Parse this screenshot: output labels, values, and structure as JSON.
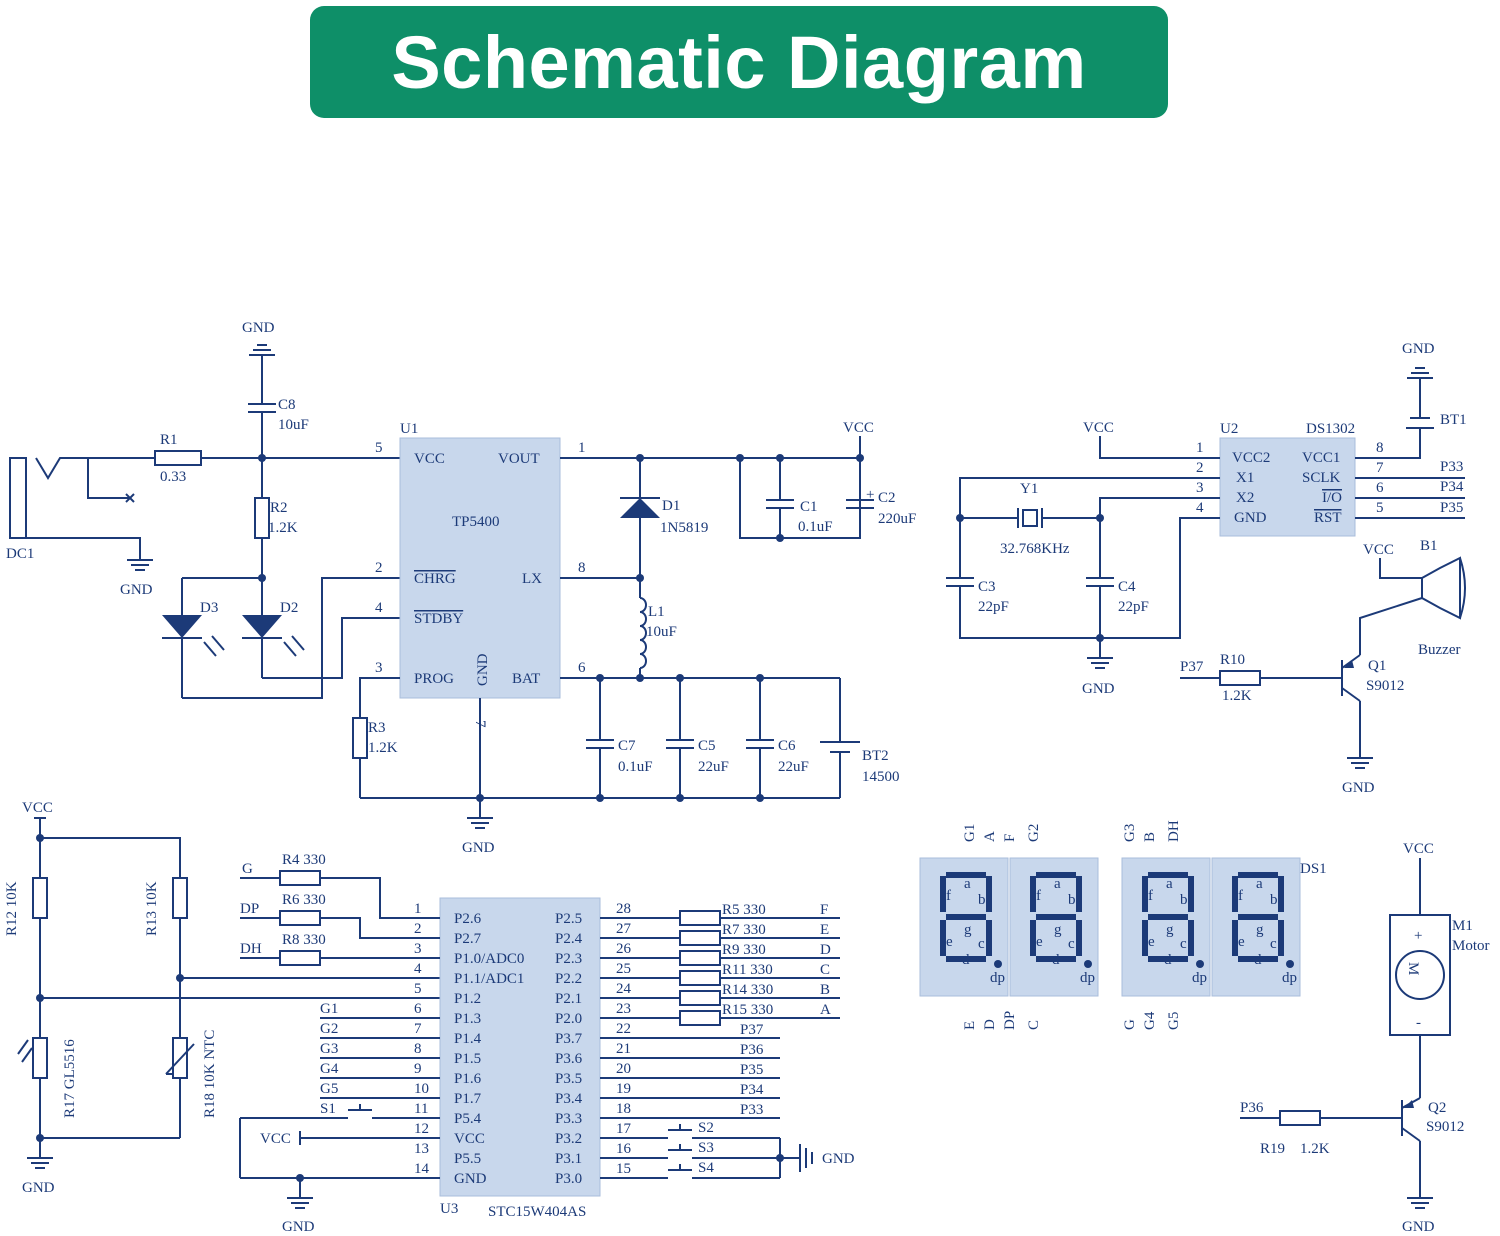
{
  "header": {
    "title": "Schematic Diagram"
  },
  "colors": {
    "banner": "#0e8f68",
    "ink": "#1c3a78",
    "chip_fill": "#c8d7ec"
  },
  "power": {
    "gnd_top": "GND",
    "gnd_dc": "GND",
    "gnd_prog": "GND",
    "vcc_out": "VCC",
    "c8": "C8",
    "c8v": "10uF",
    "r1": "R1",
    "r1v": "0.33",
    "r2": "R2",
    "r2v": "1.2K",
    "dc1": "DC1",
    "d3": "D3",
    "d2": "D2",
    "r3": "R3",
    "r3v": "1.2K",
    "u1": "U1",
    "u1_name": "TP5400",
    "pin_vcc": "VCC",
    "pin_vout": "VOUT",
    "pin_chrg": "CHRG",
    "pin_stdby": "STDBY",
    "pin_lx": "LX",
    "pin_prog": "PROG",
    "pin_gnd": "GND",
    "pin_bat": "BAT",
    "n5": "5",
    "n1": "1",
    "n2": "2",
    "n8": "8",
    "n4": "4",
    "n3": "3",
    "n6": "6",
    "n7": "7",
    "d1": "D1",
    "d1v": "1N5819",
    "l1": "L1",
    "l1v": "10uF",
    "c1": "C1",
    "c1v": "0.1uF",
    "c2": "C2",
    "c2v": "220uF",
    "c7": "C7",
    "c7v": "0.1uF",
    "c5": "C5",
    "c5v": "22uF",
    "c6": "C6",
    "c6v": "22uF",
    "bt2": "BT2",
    "bt2v": "14500"
  },
  "rtc": {
    "gnd_bt": "GND",
    "bt1": "BT1",
    "vcc": "VCC",
    "u2": "U2",
    "chip": "DS1302",
    "p1": "1",
    "p2": "2",
    "p3": "3",
    "p4": "4",
    "p8": "8",
    "p7": "7",
    "p6": "6",
    "p5": "5",
    "vcc2": "VCC2",
    "x1": "X1",
    "x2": "X2",
    "gnd_pin": "GND",
    "vcc1": "VCC1",
    "sclk": "SCLK",
    "io": "I/O",
    "rst": "RST",
    "p33": "P33",
    "p34": "P34",
    "p35": "P35",
    "y1": "Y1",
    "y1v": "32.768KHz",
    "c3": "C3",
    "c3v": "22pF",
    "c4": "C4",
    "c4v": "22pF",
    "gnd": "GND"
  },
  "buzzer": {
    "vcc": "VCC",
    "b1": "B1",
    "label": "Buzzer",
    "p37": "P37",
    "r10": "R10",
    "r10v": "1.2K",
    "q1": "Q1",
    "q1v": "S9012",
    "gnd": "GND"
  },
  "sensors": {
    "vcc": "VCC",
    "gnd": "GND",
    "r12": "R12 10K",
    "r13": "R13 10K",
    "r17": "R17 GL5516",
    "r18": "R18 10K NTC"
  },
  "mcu": {
    "u3": "U3",
    "chip": "STC15W404AS",
    "vcc_in": "VCC",
    "gnd": "GND",
    "gnd_sw": "GND",
    "s1": "S1",
    "s2": "S2",
    "s3": "S3",
    "s4": "S4",
    "g_lbl": "G",
    "dp_lbl": "DP",
    "dh_lbl": "DH",
    "r4": "R4 330",
    "r6": "R6 330",
    "r8": "R8 330",
    "left_nets": [
      "G1",
      "G2",
      "G3",
      "G4",
      "G5"
    ],
    "left_nums": [
      "1",
      "2",
      "3",
      "4",
      "5",
      "6",
      "7",
      "8",
      "9",
      "10",
      "11",
      "12",
      "13",
      "14"
    ],
    "left_pins": [
      "P2.6",
      "P2.7",
      "P1.0/ADC0",
      "P1.1/ADC1",
      "P1.2",
      "P1.3",
      "P1.4",
      "P1.5",
      "P1.6",
      "P1.7",
      "P5.4",
      "VCC",
      "P5.5",
      "GND"
    ],
    "right_nums": [
      "28",
      "27",
      "26",
      "25",
      "24",
      "23",
      "22",
      "21",
      "20",
      "19",
      "18",
      "17",
      "16",
      "15"
    ],
    "right_pins": [
      "P2.5",
      "P2.4",
      "P2.3",
      "P2.2",
      "P2.1",
      "P2.0",
      "P3.7",
      "P3.6",
      "P3.5",
      "P3.4",
      "P3.3",
      "P3.2",
      "P3.1",
      "P3.0"
    ],
    "right_res": [
      "R5 330",
      "R7 330",
      "R9 330",
      "R11 330",
      "R14 330",
      "R15 330"
    ],
    "right_segs": [
      "F",
      "E",
      "D",
      "C",
      "B",
      "A"
    ],
    "right_nets": [
      "P37",
      "P36",
      "P35",
      "P34",
      "P33"
    ]
  },
  "display": {
    "ds1": "DS1",
    "top_labels": [
      "G1",
      "A",
      "F",
      "G2",
      "G3",
      "B",
      "DH"
    ],
    "bottom_labels": [
      "E",
      "D",
      "DP",
      "C",
      "G",
      "G4",
      "G5"
    ],
    "seg_letters": [
      "a",
      "b",
      "c",
      "d",
      "e",
      "f",
      "g",
      "dp"
    ]
  },
  "motor": {
    "vcc": "VCC",
    "m1": "M1",
    "label": "Motor",
    "m": "M",
    "plus": "+",
    "minus": "-",
    "p36": "P36",
    "r19": "R19",
    "r19v": "1.2K",
    "q2": "Q2",
    "q2v": "S9012",
    "gnd": "GND"
  }
}
